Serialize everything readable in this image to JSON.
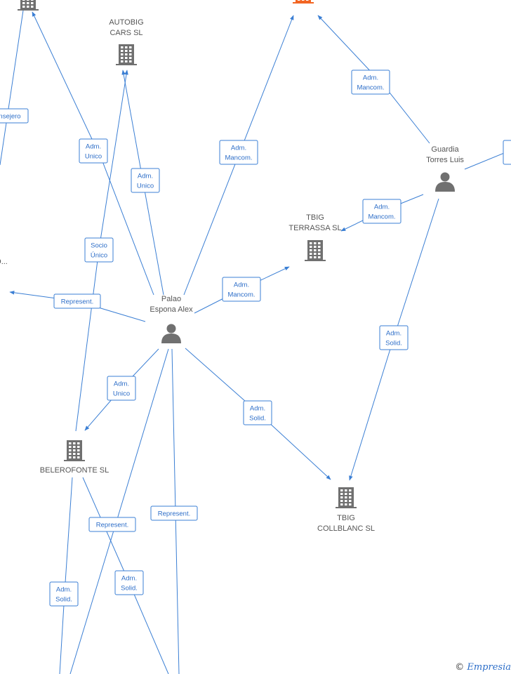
{
  "colors": {
    "accent": "#3b7fd4",
    "node": "#707070",
    "highlight": "#f26522"
  },
  "nodes": [
    {
      "id": "autobig",
      "kind": "company",
      "lines": [
        "AUTOBIG",
        "CARS  SL"
      ]
    },
    {
      "id": "tbig_terrassa",
      "kind": "company",
      "lines": [
        "TBIG",
        "TERRASSA  SL"
      ]
    },
    {
      "id": "palao",
      "kind": "person",
      "lines": [
        "Palao",
        "Espona Alex"
      ]
    },
    {
      "id": "guardia",
      "kind": "person",
      "lines": [
        "Guardia",
        "Torres Luis"
      ]
    },
    {
      "id": "belerofonte",
      "kind": "company",
      "lines": [
        "BELEROFONTE SL"
      ]
    },
    {
      "id": "tbig_collblanc",
      "kind": "company",
      "lines": [
        "TBIG",
        "COLLBLANC  SL"
      ]
    },
    {
      "id": "top_left",
      "kind": "company",
      "lines": []
    },
    {
      "id": "top_center",
      "kind": "company-highlight",
      "lines": []
    },
    {
      "id": "left_cut",
      "kind": "label-only",
      "lines": [
        "O..."
      ]
    }
  ],
  "edges": [
    {
      "lines": [
        "nsejero"
      ]
    },
    {
      "lines": [
        "Adm.",
        "Unico"
      ]
    },
    {
      "lines": [
        "Adm.",
        "Unico"
      ]
    },
    {
      "lines": [
        "Adm.",
        "Mancom."
      ]
    },
    {
      "lines": [
        "Adm.",
        "Mancom."
      ]
    },
    {
      "lines": [
        "A",
        "S"
      ]
    },
    {
      "lines": [
        "Adm.",
        "Mancom."
      ]
    },
    {
      "lines": [
        "Socio",
        "Único"
      ]
    },
    {
      "lines": [
        "Represent."
      ]
    },
    {
      "lines": [
        "Adm.",
        "Mancom."
      ]
    },
    {
      "lines": [
        "Adm.",
        "Solid."
      ]
    },
    {
      "lines": [
        "Adm.",
        "Unico"
      ]
    },
    {
      "lines": [
        "Adm.",
        "Solid."
      ]
    },
    {
      "lines": [
        "Represent."
      ]
    },
    {
      "lines": [
        "Represent."
      ]
    },
    {
      "lines": [
        "Adm.",
        "Solid."
      ]
    },
    {
      "lines": [
        "Adm.",
        "Solid."
      ]
    }
  ],
  "watermark": {
    "symbol": "©",
    "brand": "Empresia"
  }
}
